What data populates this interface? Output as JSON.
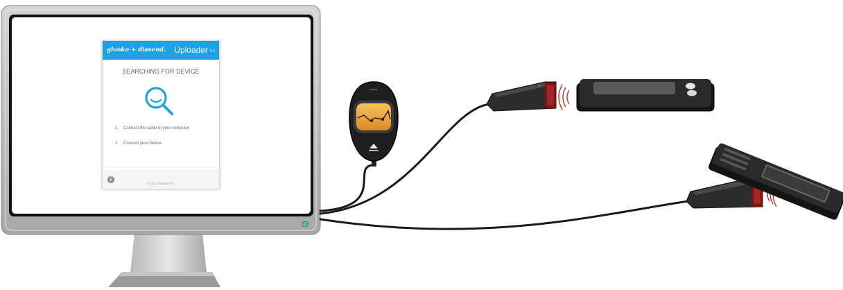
{
  "app": {
    "brand": "glooko + diasend.",
    "title": "Uploader",
    "version": "5.6",
    "status": "SEARCHING FOR DEVICE",
    "steps": [
      {
        "number": "1.",
        "text": "Connect the cable to your computer."
      },
      {
        "number": "2.",
        "text": "Connect your device."
      }
    ],
    "copyright": "© 2017 Glooko Inc.",
    "info_glyph": "i"
  },
  "colors": {
    "header": "#1ea2e6",
    "accent": "#1ea2e6",
    "signal": "#c0302a",
    "power": "#37a36a"
  },
  "icons": [
    "search-icon",
    "info-icon",
    "power-icon",
    "signal-waves-icon"
  ]
}
